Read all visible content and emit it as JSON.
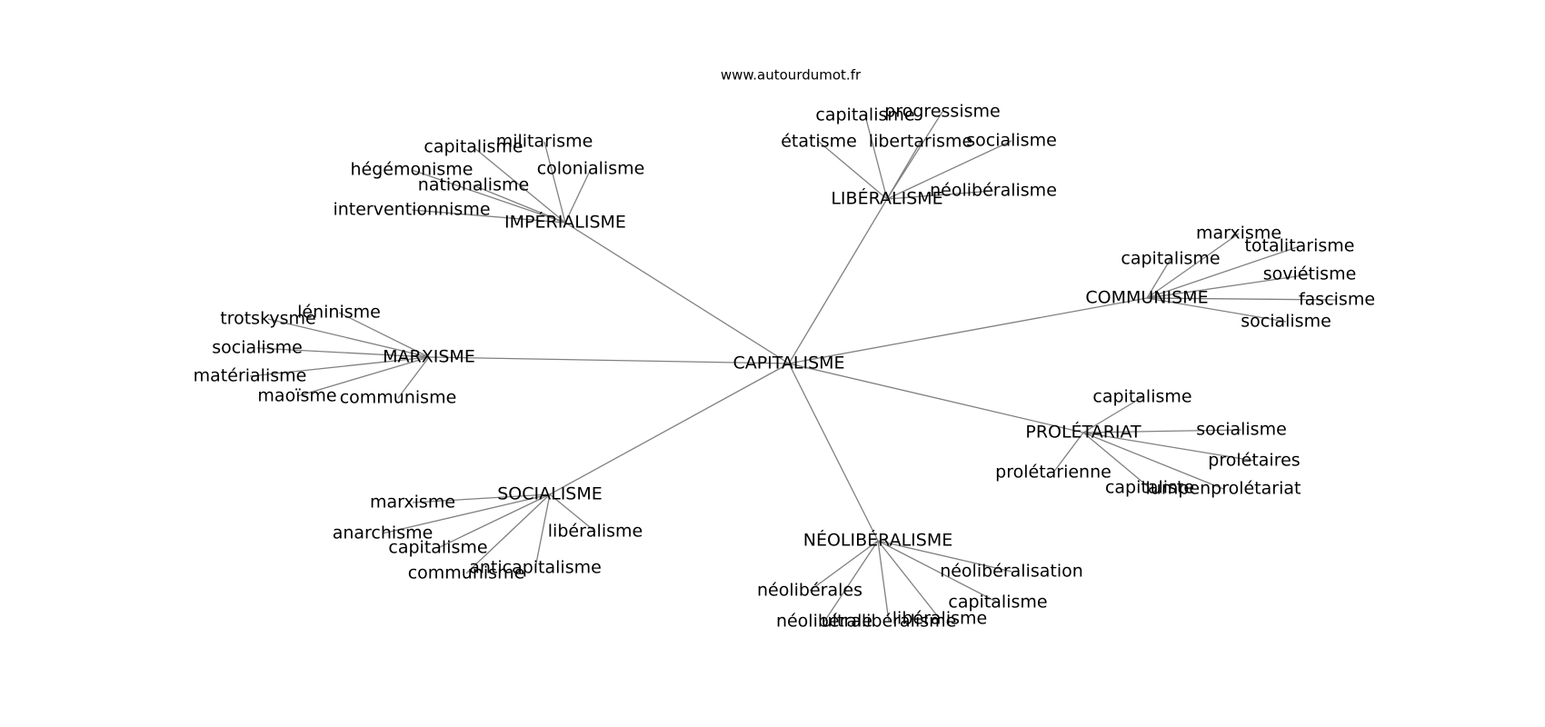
{
  "header": {
    "site": "www.autourdumot.fr"
  },
  "graph": {
    "root": {
      "id": "n0",
      "label": "CAPITALISME"
    },
    "hubs": [
      {
        "id": "h0",
        "label": "IMPÉRIALISME",
        "leaves": [
          {
            "id": "h0l0",
            "label": "capitalisme"
          },
          {
            "id": "h0l1",
            "label": "militarisme"
          },
          {
            "id": "h0l2",
            "label": "colonialisme"
          },
          {
            "id": "h0l3",
            "label": "hégémonisme"
          },
          {
            "id": "h0l4",
            "label": "nationalisme"
          },
          {
            "id": "h0l5",
            "label": "interventionnisme"
          }
        ]
      },
      {
        "id": "h1",
        "label": "LIBÉRALISME",
        "leaves": [
          {
            "id": "h1l0",
            "label": "capitalisme"
          },
          {
            "id": "h1l1",
            "label": "progressisme"
          },
          {
            "id": "h1l2",
            "label": "étatisme"
          },
          {
            "id": "h1l3",
            "label": "libertarisme"
          },
          {
            "id": "h1l4",
            "label": "socialisme"
          },
          {
            "id": "h1l5",
            "label": "néolibéralisme"
          }
        ]
      },
      {
        "id": "h2",
        "label": "COMMUNISME",
        "leaves": [
          {
            "id": "h2l0",
            "label": "marxisme"
          },
          {
            "id": "h2l1",
            "label": "capitalisme"
          },
          {
            "id": "h2l2",
            "label": "totalitarisme"
          },
          {
            "id": "h2l3",
            "label": "soviétisme"
          },
          {
            "id": "h2l4",
            "label": "fascisme"
          },
          {
            "id": "h2l5",
            "label": "socialisme"
          }
        ]
      },
      {
        "id": "h3",
        "label": "MARXISME",
        "leaves": [
          {
            "id": "h3l0",
            "label": "léninisme"
          },
          {
            "id": "h3l1",
            "label": "trotskysme"
          },
          {
            "id": "h3l2",
            "label": "socialisme"
          },
          {
            "id": "h3l3",
            "label": "matérialisme"
          },
          {
            "id": "h3l4",
            "label": "maoïsme"
          },
          {
            "id": "h3l5",
            "label": "communisme"
          }
        ]
      },
      {
        "id": "h4",
        "label": "PROLÉTARIAT",
        "leaves": [
          {
            "id": "h4l0",
            "label": "capitalisme"
          },
          {
            "id": "h4l1",
            "label": "socialisme"
          },
          {
            "id": "h4l2",
            "label": "prolétaires"
          },
          {
            "id": "h4l3",
            "label": "prolétarienne"
          },
          {
            "id": "h4l4",
            "label": "capitaliste"
          },
          {
            "id": "h4l5",
            "label": "lumpenprolétariat"
          }
        ]
      },
      {
        "id": "h5",
        "label": "SOCIALISME",
        "leaves": [
          {
            "id": "h5l0",
            "label": "marxisme"
          },
          {
            "id": "h5l1",
            "label": "anarchisme"
          },
          {
            "id": "h5l2",
            "label": "libéralisme"
          },
          {
            "id": "h5l3",
            "label": "capitalisme"
          },
          {
            "id": "h5l4",
            "label": "communisme"
          },
          {
            "id": "h5l5",
            "label": "anticapitalisme"
          }
        ]
      },
      {
        "id": "h6",
        "label": "NÉOLIBÉRALISME",
        "leaves": [
          {
            "id": "h6l0",
            "label": "néolibéralisation"
          },
          {
            "id": "h6l1",
            "label": "néolibérales"
          },
          {
            "id": "h6l2",
            "label": "capitalisme"
          },
          {
            "id": "h6l3",
            "label": "libéralisme"
          },
          {
            "id": "h6l4",
            "label": "néolibérale"
          },
          {
            "id": "h6l5",
            "label": "ultralibéralisme"
          }
        ]
      }
    ]
  }
}
